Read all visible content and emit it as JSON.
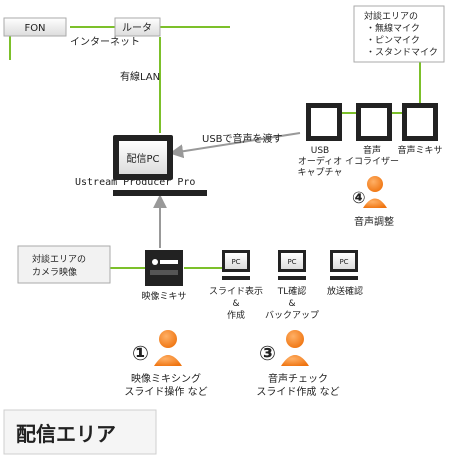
{
  "nodes": {
    "fon": "FON",
    "router": "ルータ",
    "internet": "インターネット",
    "wired_lan": "有線LAN",
    "distribution_pc": "配信PC",
    "producer": "Ustream Producer Pro",
    "usb_send": "USBで音声を渡す",
    "usb_capture": [
      "USB",
      "オーディオ",
      "キャプチャ"
    ],
    "equalizer": [
      "音声",
      "イコライザー"
    ],
    "audio_mixer": "音声ミキサ",
    "mic_area": [
      "対談エリアの",
      "・無線マイク",
      "・ピンマイク",
      "・スタンドマイク"
    ],
    "camera_area": [
      "対談エリアの",
      "カメラ映像"
    ],
    "video_mixer": "映像ミキサ",
    "pc_label": "PC",
    "pc_slide": [
      "スライド表示",
      "&",
      "作成"
    ],
    "pc_tl": [
      "TL確認",
      "&",
      "バックアップ"
    ],
    "pc_broadcast": "放送確認"
  },
  "staff": [
    {
      "number": "④",
      "role": [
        "音声調整"
      ]
    },
    {
      "number": "①",
      "role": [
        "映像ミキシング",
        "スライド操作 など"
      ]
    },
    {
      "number": "③",
      "role": [
        "音声チェック",
        "スライド作成 など"
      ]
    }
  ],
  "area_title": "配信エリア",
  "colors": {
    "line": "#7cc02a",
    "arrow": "#999999",
    "person": "#f07a0f",
    "monitor": "#222222",
    "box_border": "#aaaaaa",
    "box_fill": "#f2f2f2"
  }
}
